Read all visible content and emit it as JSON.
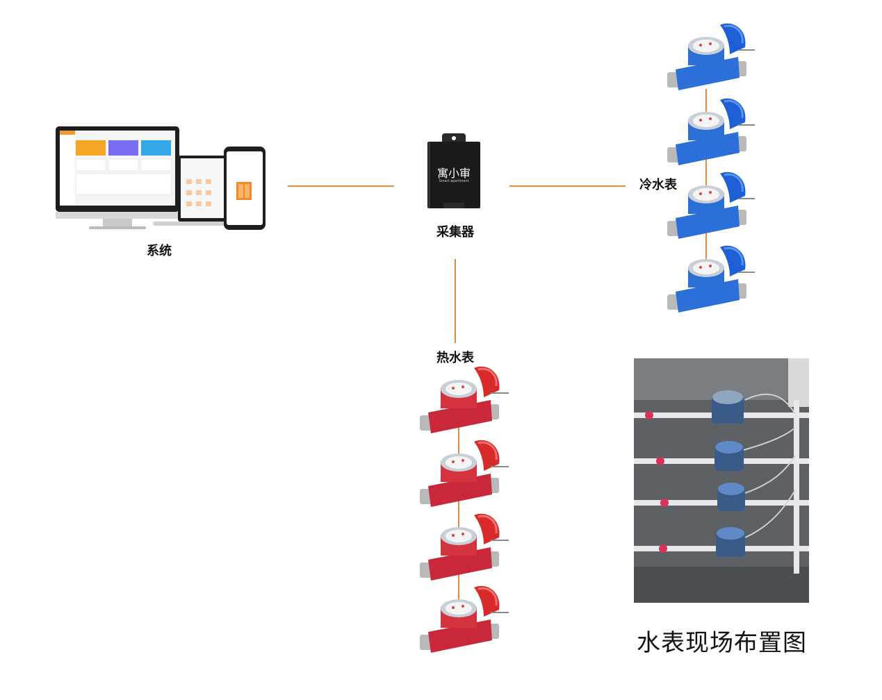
{
  "nodes": {
    "system": {
      "label": "系统"
    },
    "collector": {
      "label": "采集器",
      "brand": "寓小审",
      "brand_sub": "Smart apartment"
    },
    "cold_meters": {
      "label": "冷水表",
      "count": 4
    },
    "hot_meters": {
      "label": "热水表",
      "count": 4
    },
    "site_photo": {
      "caption": "水表现场布置图"
    }
  },
  "colors": {
    "connector": "#f0883a",
    "cold_meter": "#2b6fd6",
    "hot_meter": "#d5333f",
    "collector_body": "#1a1a1a"
  },
  "icons": [
    "desktop-monitor-icon",
    "laptop-icon",
    "phone-icon",
    "collector-box-icon",
    "water-meter-icon"
  ]
}
